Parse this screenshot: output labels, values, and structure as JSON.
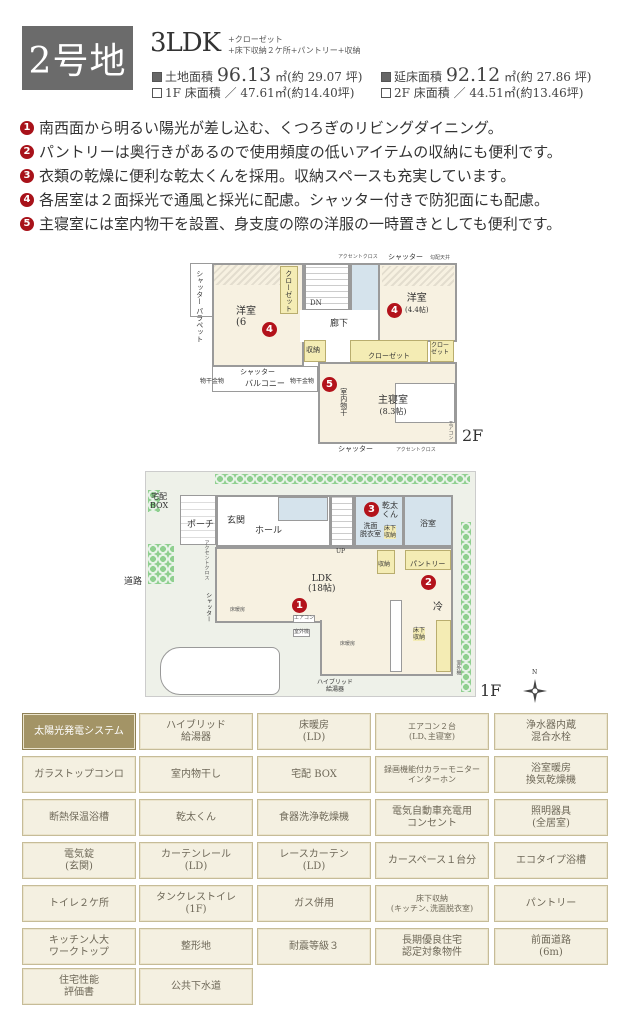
{
  "header": {
    "lot": "2号地",
    "layout": "3LDK",
    "notes": [
      "+クローゼット",
      "+床下収納２ケ所+パントリー+収納"
    ],
    "land_area": {
      "label": "土地面積",
      "value": "96.13",
      "unit": "㎡",
      "tsubo": "(約 29.07 坪)"
    },
    "floor_area": {
      "label": "延床面積",
      "value": "92.12",
      "unit": "㎡",
      "tsubo": "(約 27.86 坪)"
    },
    "f1_area": "1F 床面積 ／ 47.61㎡(約14.40坪)",
    "f2_area": "2F 床面積 ／ 44.51㎡(約13.46坪)"
  },
  "features": [
    {
      "n": "1",
      "text": "南西面から明るい陽光が差し込む、くつろぎのリビングダイニング。"
    },
    {
      "n": "2",
      "text": "パントリーは奥行きがあるので使用頻度の低いアイテムの収納にも便利です。"
    },
    {
      "n": "3",
      "text": "衣類の乾燥に便利な乾太くんを採用。収納スペースも充実しています。"
    },
    {
      "n": "4",
      "text": "各居室は２面採光で通風と採光に配慮。シャッター付きで防犯面にも配慮。"
    },
    {
      "n": "5",
      "text": "主寝室には室内物干を設置、身支度の際の洋服の一時置きとしても便利です。"
    }
  ],
  "floor2": {
    "floor": "2F",
    "western_left": "洋室",
    "western_left_size": "(6",
    "western_right": "洋室",
    "western_right_size": "(4.4帖)",
    "closet_v": "クローゼット",
    "dn": "DN",
    "hall": "廊下",
    "storage": "収納",
    "closet_h": "クローゼット",
    "closet_s": "クロー\nゼット",
    "balcony_shutter": "シャッター",
    "balcony": "バルコニー",
    "hanger1": "物干金物",
    "hanger2": "物干金物",
    "master": "主寝室",
    "master_size": "(8.3帖)",
    "indoor_dry": "室内物干",
    "parapet": "シャッター パラペット",
    "accent_top": "アクセントクロス",
    "shutter_top": "シャッター",
    "ceiling": "勾配天井",
    "shutter_bottom": "シャッター",
    "accent_bottom": "アクセントクロス",
    "aircon": "エアコン"
  },
  "floor1": {
    "floor": "1F",
    "delivery_box": "宅配\nBOX",
    "porch": "ポーチ",
    "entrance": "玄関",
    "hall": "ホール",
    "up": "UP",
    "kanta": "乾太\nくん",
    "washroom": "洗面\n脱衣室",
    "underfloor1": "床下\n収納",
    "bath": "浴室",
    "storage": "収納",
    "pantry": "パントリー",
    "ldk": "LDK",
    "ldk_size": "(18帖)",
    "road": "道路",
    "floor_heat1": "床暖房",
    "floor_heat2": "床暖房",
    "aircon": "エアコン",
    "outdoor_unit": "室外機",
    "fridge": "冷",
    "underfloor2": "床下\n収納",
    "water_heater": "ハイブリッド\n給湯器",
    "outdoor_unit2": "室外機",
    "accent": "アクセントクロス",
    "shutter": "シャッター"
  },
  "compass": "N",
  "options": [
    {
      "label": "太陽光発電システム",
      "highlight": true
    },
    {
      "label": "ハイブリッド\n給湯器"
    },
    {
      "label": "床暖房\n(LD)"
    },
    {
      "label": "エアコン２台\n(LD､主寝室)"
    },
    {
      "label": "浄水器内蔵\n混合水栓"
    },
    {
      "label": "ガラストップコンロ"
    },
    {
      "label": "室内物干し"
    },
    {
      "label": "宅配 BOX"
    },
    {
      "label": "録画機能付カラーモニター\nインターホン"
    },
    {
      "label": "浴室暖房\n換気乾燥機"
    },
    {
      "label": "断熱保温浴槽"
    },
    {
      "label": "乾太くん"
    },
    {
      "label": "食器洗浄乾燥機"
    },
    {
      "label": "電気自動車充電用\nコンセント"
    },
    {
      "label": "照明器具\n(全居室)"
    },
    {
      "label": "電気錠\n(玄関)"
    },
    {
      "label": "カーテンレール\n(LD)"
    },
    {
      "label": "レースカーテン\n(LD)"
    },
    {
      "label": "カースペース１台分"
    },
    {
      "label": "エコタイプ浴槽"
    },
    {
      "label": "トイレ２ケ所"
    },
    {
      "label": "タンクレストイレ\n(1F)"
    },
    {
      "label": "ガス併用"
    },
    {
      "label": "床下収納\n(キッチン､洗面脱衣室)"
    },
    {
      "label": "パントリー"
    },
    {
      "label": "キッチン人大\nワークトップ"
    },
    {
      "label": "整形地"
    },
    {
      "label": "耐震等級３"
    },
    {
      "label": "長期優良住宅\n認定対象物件"
    },
    {
      "label": "前面道路\n(6m)"
    },
    {
      "label": "住宅性能\n評価書"
    },
    {
      "label": "公共下水道"
    }
  ],
  "colors": {
    "marker": "#b3131b",
    "highlight": "#a39466",
    "cell_bg": "#f4f0e1",
    "title_bg": "#6b6b6b"
  }
}
